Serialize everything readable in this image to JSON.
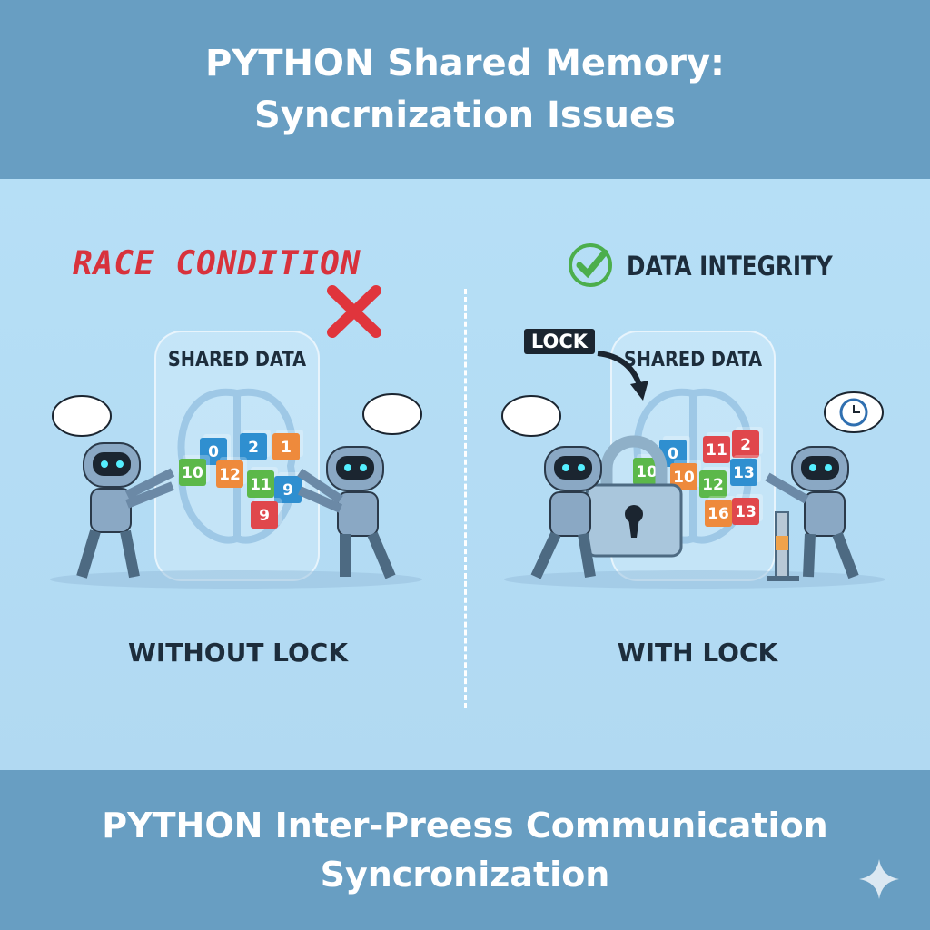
{
  "header": {
    "title_line1": "PYTHON Shared Memory:",
    "title_line2": "Syncrnization Issues"
  },
  "left": {
    "heading": "RACE CONDITION",
    "card_title": "SHARED DATA",
    "caption": "WITHOUT LOCK",
    "icon": "red-x-icon",
    "cubes": [
      {
        "value": "0",
        "color": "#2f8fd0"
      },
      {
        "value": "2",
        "color": "#2f8fd0"
      },
      {
        "value": "1",
        "color": "#ee8a3c"
      },
      {
        "value": "10",
        "color": "#5cb84a"
      },
      {
        "value": "12",
        "color": "#ee8a3c"
      },
      {
        "value": "11",
        "color": "#5cb84a"
      },
      {
        "value": "9",
        "color": "#2f8fd0"
      },
      {
        "value": "9",
        "color": "#e0474c"
      }
    ]
  },
  "right": {
    "heading": "DATA INTEGRITY",
    "lock_label": "LOCK",
    "card_title": "SHARED DATA",
    "caption": "WITH LOCK",
    "icon": "green-check-icon",
    "cubes": [
      {
        "value": "10",
        "color": "#5cb84a"
      },
      {
        "value": "0",
        "color": "#2f8fd0"
      },
      {
        "value": "11",
        "color": "#e0474c"
      },
      {
        "value": "2",
        "color": "#e0474c"
      },
      {
        "value": "10",
        "color": "#ee8a3c"
      },
      {
        "value": "12",
        "color": "#5cb84a"
      },
      {
        "value": "13",
        "color": "#2f8fd0"
      },
      {
        "value": "16",
        "color": "#ee8a3c"
      },
      {
        "value": "13",
        "color": "#e0474c"
      }
    ]
  },
  "footer": {
    "line1": "PYTHON Inter-Preess Communication",
    "line2": "Syncronization"
  },
  "colors": {
    "header": "#689ec2",
    "background": "#b5ddf5",
    "race": "#d8323c",
    "check": "#4cae4c",
    "text": "#1d2d3c"
  }
}
